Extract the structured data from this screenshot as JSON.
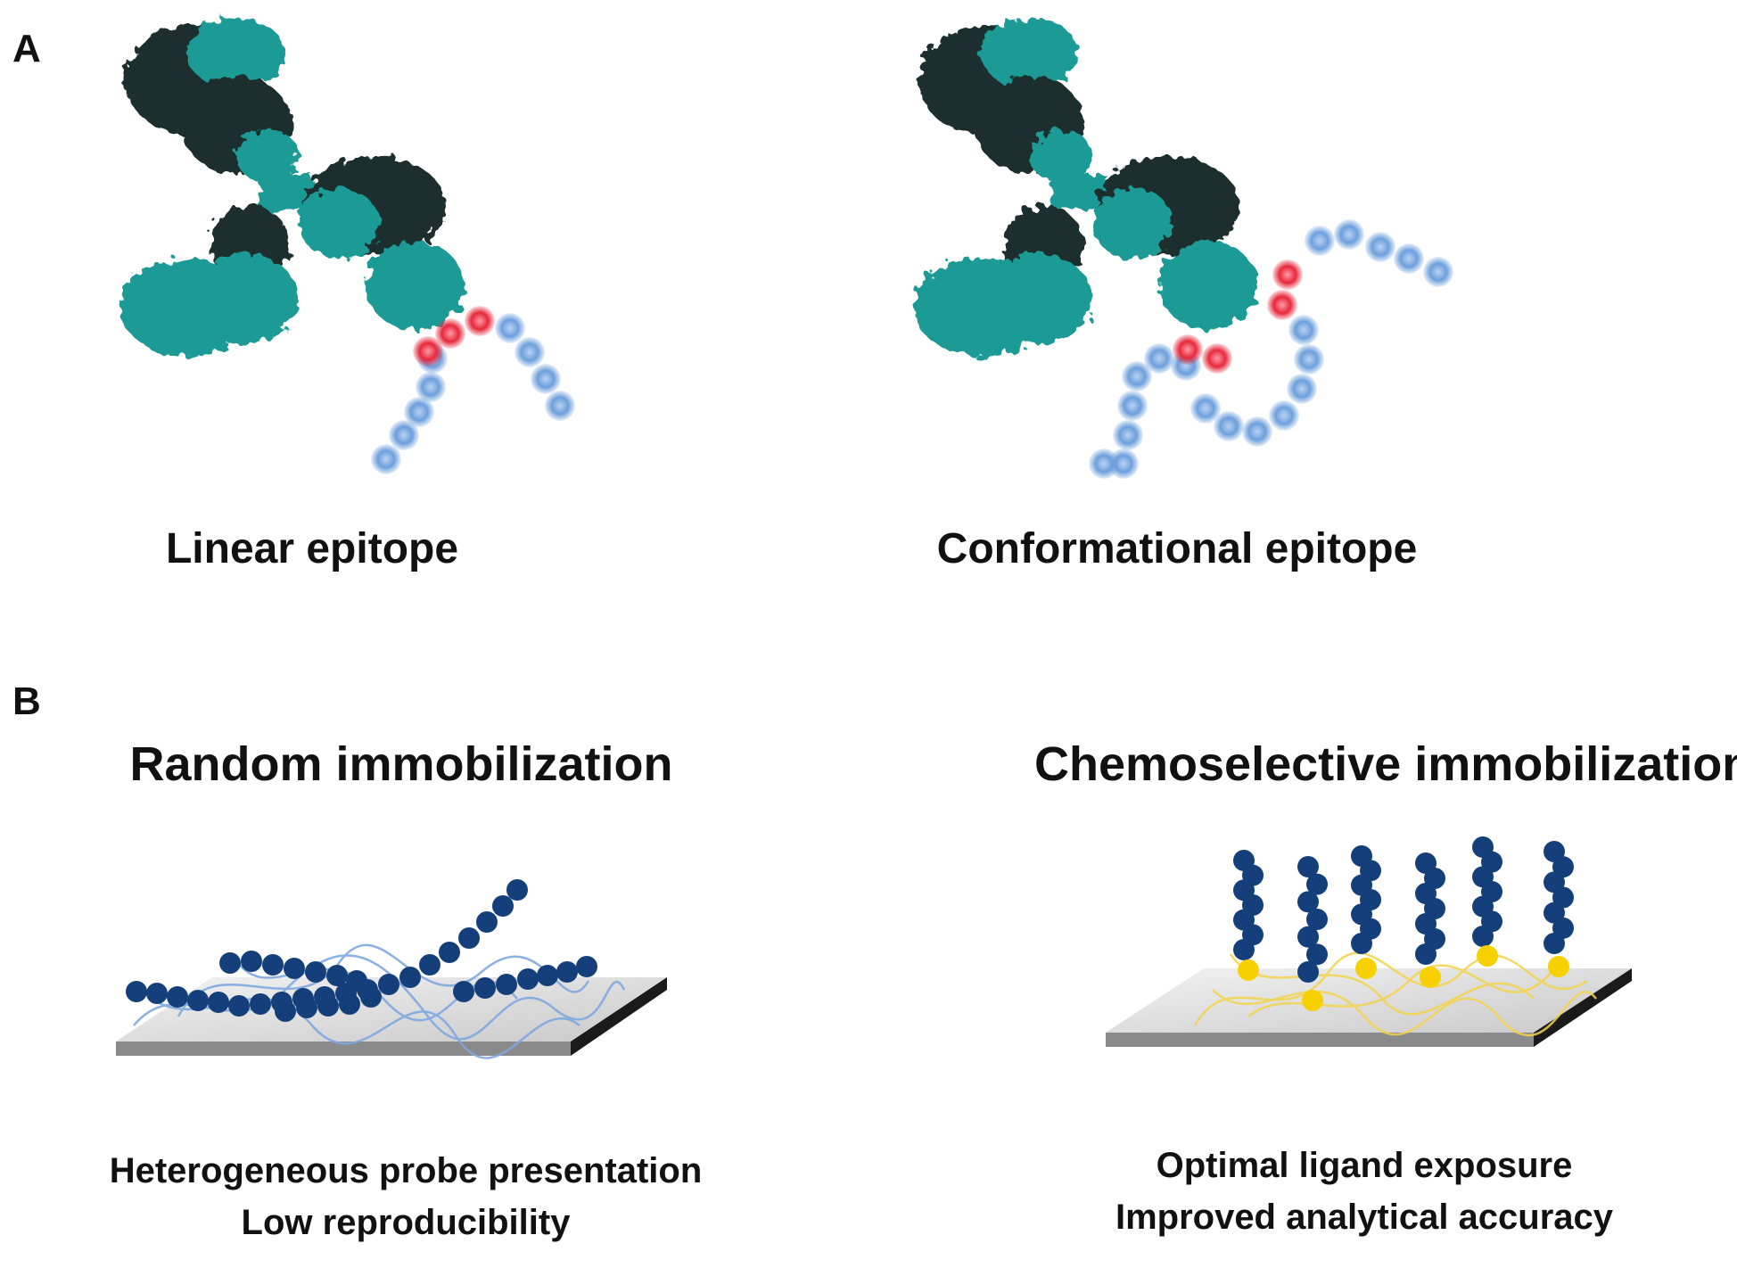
{
  "panel_a": {
    "letter": "A",
    "left_caption": "Linear epitope",
    "right_caption": "Conformational epitope"
  },
  "panel_b": {
    "letter": "B",
    "left_title": "Random immobilization",
    "right_title": "Chemoselective immobilization",
    "left_notes": [
      "Heterogeneous probe presentation",
      "Low reproducibility"
    ],
    "right_notes": [
      "Optimal ligand exposure",
      "Improved analytical accuracy"
    ]
  },
  "colors": {
    "antibody_dark": "#1f2f2d",
    "antibody_teal": "#1a9a95",
    "epitope_red": "#e8283c",
    "peptide_blue": "#6d9fdc",
    "probe_navy": "#143f7a",
    "anchor_yellow": "#f6d000",
    "surface_gray": "#d9d9d9"
  }
}
